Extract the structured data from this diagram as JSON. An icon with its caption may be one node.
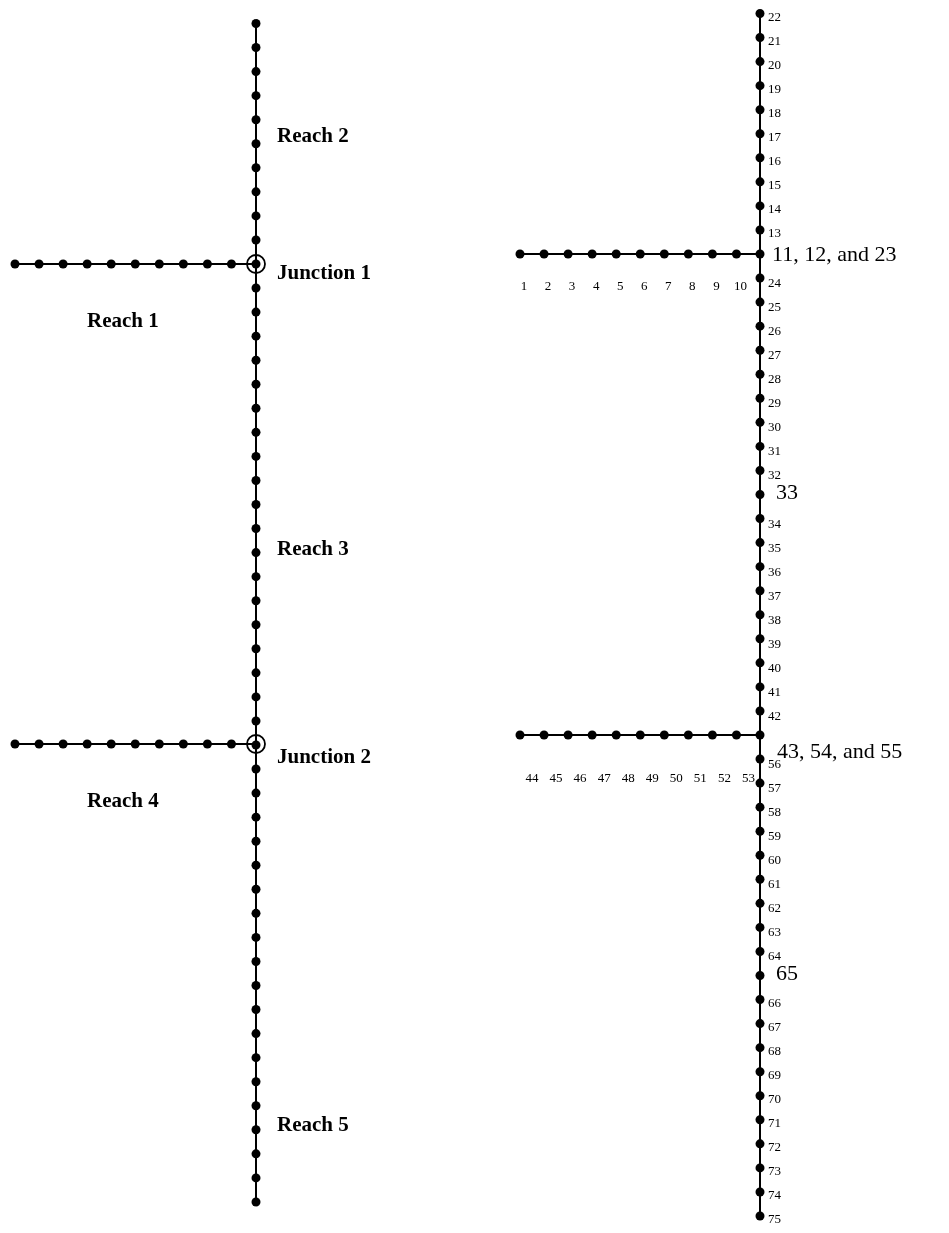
{
  "diagram": {
    "labels": [
      "Reach 2",
      "Junction 1",
      "Reach 1",
      "Reach 3",
      "Junction 2",
      "Reach 4",
      "Reach 5",
      "22",
      "21",
      "20",
      "19",
      "18",
      "17",
      "16",
      "15",
      "14",
      "13",
      "11, 12, and 23",
      "1",
      "2",
      "3",
      "4",
      "5",
      "6",
      "7",
      "8",
      "9",
      "10",
      "24",
      "25",
      "26",
      "27",
      "28",
      "29",
      "30",
      "31",
      "32",
      "33",
      "34",
      "35",
      "36",
      "37",
      "38",
      "39",
      "40",
      "41",
      "42",
      "43, 54, and 55",
      "44",
      "45",
      "46",
      "47",
      "48",
      "49",
      "50",
      "51",
      "52",
      "53",
      "56",
      "57",
      "58",
      "59",
      "60",
      "61",
      "62",
      "63",
      "64",
      "65",
      "66",
      "67",
      "68",
      "69",
      "70",
      "71",
      "72",
      "73",
      "74",
      "75"
    ]
  }
}
